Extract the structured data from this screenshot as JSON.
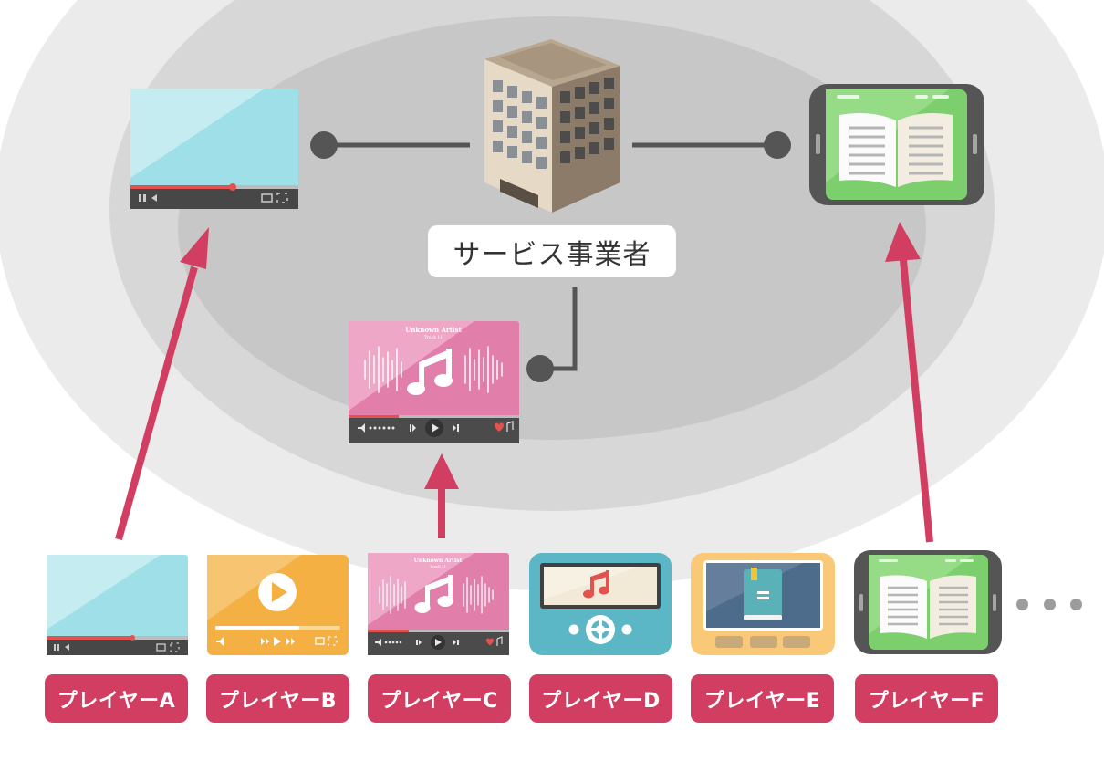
{
  "center_label": "サービス事業者",
  "players": [
    {
      "label": "プレイヤーA"
    },
    {
      "label": "プレイヤーB"
    },
    {
      "label": "プレイヤーC"
    },
    {
      "label": "プレイヤーD"
    },
    {
      "label": "プレイヤーE"
    },
    {
      "label": "プレイヤーF"
    }
  ],
  "music_player": {
    "artist": "Unknown Artist",
    "track": "Track 11"
  },
  "colors": {
    "accent": "#d23e62",
    "connector": "#555555",
    "video_screen": "#b9e8ef",
    "ebook_green": "#8fd67e",
    "music_pink": "#e99bbd",
    "player_orange": "#f5b044",
    "player_teal": "#5bb7c6"
  }
}
